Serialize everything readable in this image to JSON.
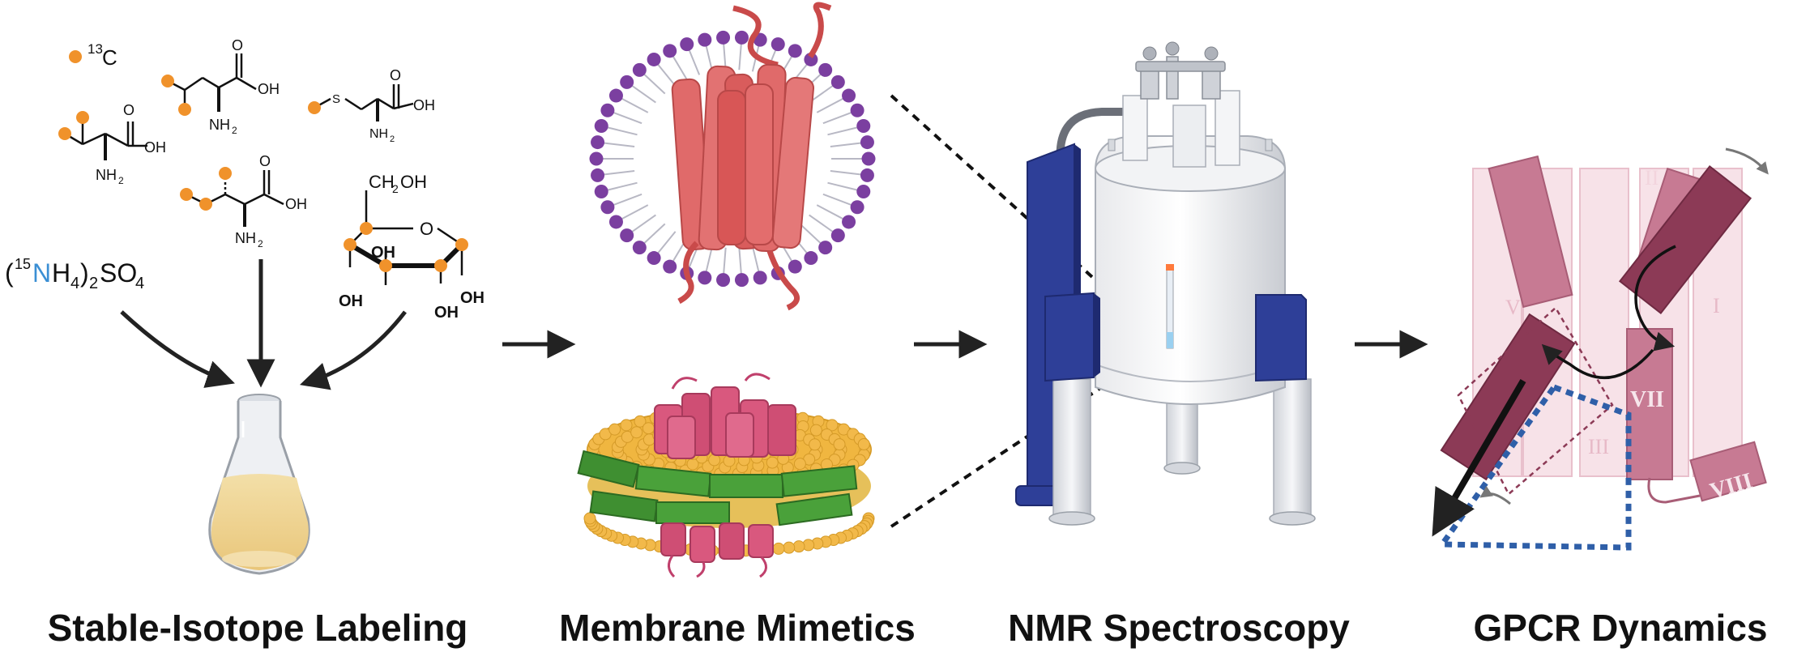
{
  "labels": {
    "panel1": "Stable-Isotope Labeling",
    "panel2": "Membrane Mimetics",
    "panel3": "NMR Spectroscopy",
    "panel4": "GPCR Dynamics"
  },
  "isotope": {
    "legend_c13_sup": "13",
    "legend_c13_letter": "C",
    "ammonium_paren_open": "(",
    "ammonium_sup": "15",
    "ammonium_n": "N",
    "ammonium_h": "H",
    "ammonium_sub4": "4",
    "ammonium_close": ")",
    "ammonium_sub2": "2",
    "ammonium_so": "SO",
    "ammonium_sub4b": "4",
    "oh": "OH",
    "nh2_n": "NH",
    "nh2_sub": "2",
    "o": "O",
    "s": "S",
    "ch2oh_ch": "CH",
    "ch2oh_sub": "2",
    "ch2oh_oh": "OH"
  },
  "helices": {
    "I": "I",
    "II": "II",
    "III": "III",
    "V": "V",
    "VII": "VII",
    "VIII": "VIII"
  },
  "colors": {
    "carbon13": "#f0922b",
    "n15_blue": "#3b8fd4",
    "helix_red": "#e06a6a",
    "lipid_purple": "#7b3fa0",
    "nmr_blue": "#2e3f98",
    "gpcr_dark": "#8c3a56",
    "gpcr_light": "#f2d4dd",
    "dotted_blue": "#2f5fa8"
  }
}
